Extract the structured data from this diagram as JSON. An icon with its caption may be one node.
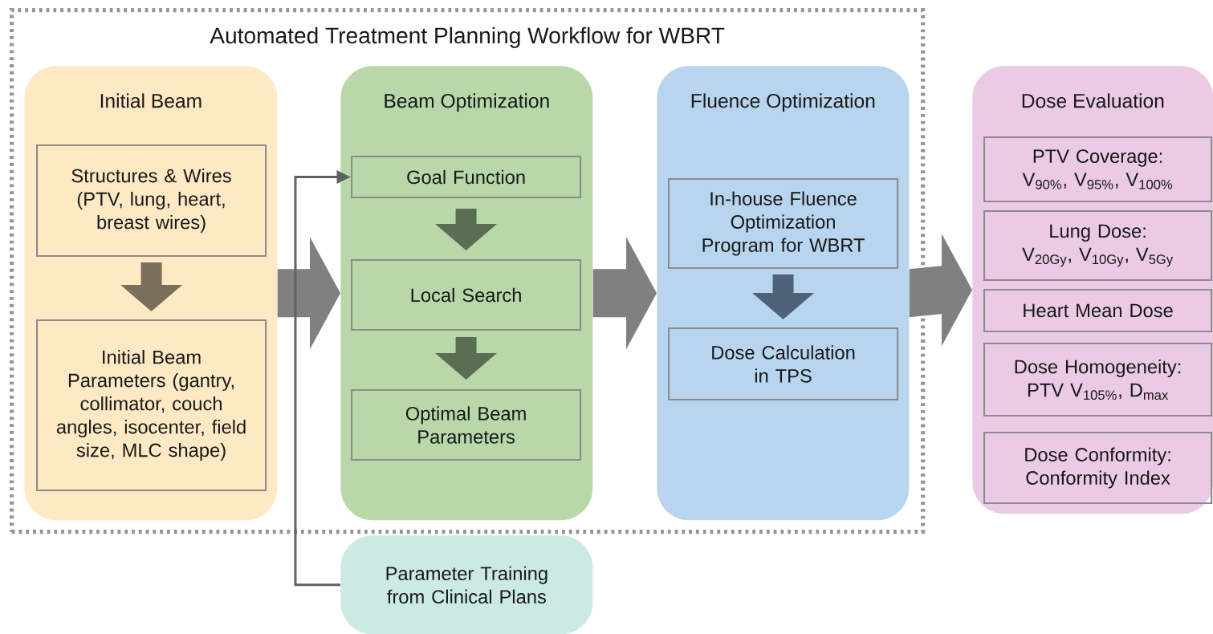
{
  "diagram": {
    "nodes": [
      {
        "text": [
          "Automated Treatment Planning Workflow for WBRT"
        ]
      },
      {
        "text": [
          "Initial Beam"
        ],
        "in": 0
      },
      {
        "text": [
          "Structures & Wires (PTV, lung, heart, breast wires)"
        ],
        "in": 1
      },
      {
        "text": [
          "Initial Beam Parameters (gantry, collimator, couch angles, isocenter, field size, MLC shape)"
        ],
        "in": 1
      },
      {
        "text": [
          "Beam Optimization"
        ],
        "in": 0
      },
      {
        "text": [
          "Goal Function"
        ],
        "in": 4
      },
      {
        "text": [
          "Local Search"
        ],
        "in": 4
      },
      {
        "text": [
          "Optimal Beam Parameters"
        ],
        "in": 4
      },
      {
        "text": [
          "Fluence Optimization"
        ],
        "in": 0
      },
      {
        "text": [
          "In-house Fluence Optimization Program for WBRT"
        ],
        "in": 8
      },
      {
        "text": [
          "Dose Calculation in TPS"
        ],
        "in": 8
      },
      {
        "text": [
          "Dose Evaluation"
        ]
      },
      {
        "text": [
          "PTV Coverage: V$_{90%}$, V$_{95%}$, V$_{100%}$"
        ],
        "in": 11
      },
      {
        "text": [
          "Lung Dose: V$_{20Gy}$, V$_{10Gy}$, V$_{5Gy}$"
        ],
        "in": 11
      },
      {
        "text": [
          "Heart Mean Dose"
        ],
        "in": 11
      },
      {
        "text": [
          "Dose Homogeneity: PTV V$_{105%}$, D$_{max}$"
        ],
        "in": 11
      },
      {
        "text": [
          "Dose Conformity: Conformity Index"
        ],
        "in": 11
      },
      {
        "text": [
          "Parameter Training from Clinical Plans"
        ]
      }
    ],
    "edges": [
      {
        "from": 2,
        "to": 3,
        "arrow": "to",
        "color": "#7a6f5c"
      },
      {
        "from": 5,
        "to": 6,
        "arrow": "to",
        "color": "#5b6e53"
      },
      {
        "from": 6,
        "to": 7,
        "arrow": "to",
        "color": "#5b6e53"
      },
      {
        "from": 9,
        "to": 10,
        "arrow": "to",
        "color": "#4e6379"
      },
      {
        "from": 1,
        "to": 4,
        "arrow": "to",
        "color": "#808080",
        "style": "thick"
      },
      {
        "from": 4,
        "to": 8,
        "arrow": "to",
        "color": "#808080",
        "style": "thick"
      },
      {
        "from": 8,
        "to": 11,
        "arrow": "to",
        "color": "#808080",
        "style": "thick"
      },
      {
        "from": 17,
        "to": 5,
        "arrow": "to",
        "color": "#606060"
      }
    ]
  }
}
